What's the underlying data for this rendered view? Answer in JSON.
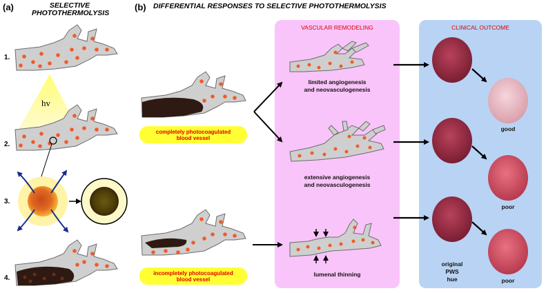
{
  "panel_a": {
    "label": "(a)",
    "heading_line1": "SELECTIVE",
    "heading_line2": "PHOTOTHERMOLYSIS",
    "steps": [
      "1.",
      "2.",
      "3.",
      "4."
    ],
    "light_label": "hv"
  },
  "panel_b": {
    "label": "(b)",
    "heading": "DIFFERENTIAL RESPONSES TO SELECTIVE PHOTOTHERMOLYSIS",
    "completely_line1": "completely photocoagulated",
    "completely_line2": "blood vessel",
    "incompletely_line1": "incompletely photocoagulated",
    "incompletely_line2": "blood vessel"
  },
  "vascular": {
    "title": "VASCULAR REMODELING",
    "limited_line1": "limited angiogenesis",
    "limited_line2": "and neovasculogenesis",
    "extensive_line1": "extensive angiogenesis",
    "extensive_line2": "and neovasculogenesis",
    "thinning": "lumenal thinning"
  },
  "clinical": {
    "title": "CLINICAL OUTCOME",
    "outcome_good": "good",
    "outcome_poor1": "poor",
    "outcome_poor2": "poor",
    "original_line1": "original",
    "original_line2": "PWS",
    "original_line3": "hue"
  },
  "colors": {
    "vascular_bg": "#f9c4f9",
    "clinical_bg": "#b9d3f4",
    "pill_bg": "#ffff33",
    "label_red": "#e00000",
    "vessel_fill": "#cfcfcf",
    "rbc": "#f25a28",
    "laser_arrow": "#1a2a8c"
  }
}
